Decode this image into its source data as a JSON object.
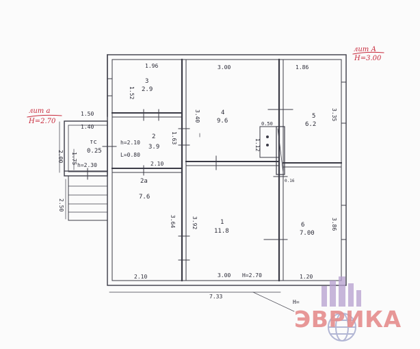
{
  "litera_a": {
    "name": "лит А",
    "height": "Н=3.00"
  },
  "litera_a1": {
    "name": "лит а",
    "height": "Н=2.70"
  },
  "rooms": {
    "r3": {
      "number": "3",
      "area": "2.9",
      "top_dim": "1.96",
      "side_dim": "1.52"
    },
    "r4": {
      "number": "4",
      "area": "9.6",
      "top_dim": "3.00",
      "side_dim": "3.40"
    },
    "r5": {
      "number": "5",
      "area": "6.2",
      "top_dim": "1.86",
      "side_dim": "3.35"
    },
    "r2": {
      "number": "2",
      "area": "3.9",
      "height": "h=2.10",
      "extra": "L=0.80",
      "width_dim": "2.10",
      "side_dim": "1.63"
    },
    "rtc": {
      "number": "тс",
      "area": "0.25",
      "dim_top1": "1.50",
      "dim_top2": "1.40",
      "side_dim": "2.00",
      "height": "h=2.30"
    },
    "r2a": {
      "number": "2а",
      "area": "7.6",
      "side_dim": "3.64",
      "bottom_dim": "2.10"
    },
    "r1": {
      "number": "1",
      "area": "11.8",
      "side_dim": "3.92",
      "bottom_dim": "3.00",
      "height": "Н=2.70"
    },
    "r6": {
      "number": "6",
      "area": "7.00",
      "side_dim": "3.86",
      "bottom_dim": "1.20"
    }
  },
  "misc_dims": {
    "d050": "0.50",
    "d112": "1.12",
    "d016": "0.16",
    "d175": "1.75",
    "d250": "2.50",
    "total": "7.33",
    "h_partial": "Н="
  },
  "logo": {
    "text": "ЭВРИКА"
  },
  "colors": {
    "line": "#3b3b46",
    "accent": "#c8283a",
    "logo": "#e58d8d"
  }
}
